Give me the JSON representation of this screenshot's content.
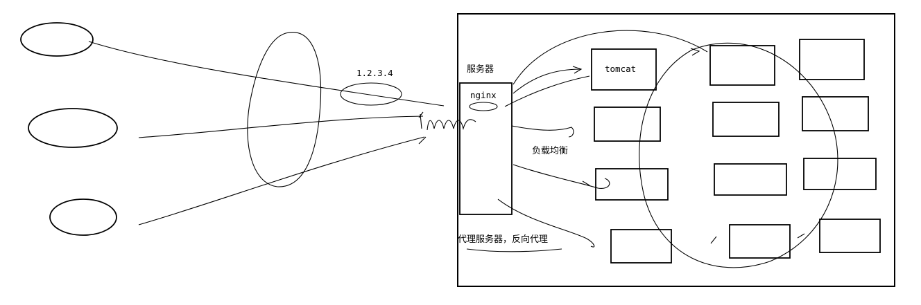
{
  "labels": {
    "ip": "1.2.3.4",
    "server": "服务器",
    "nginx": "nginx",
    "tomcat": "tomcat",
    "load_balance": "负载均衡",
    "reverse_proxy": "代理服务器，反向代理"
  }
}
